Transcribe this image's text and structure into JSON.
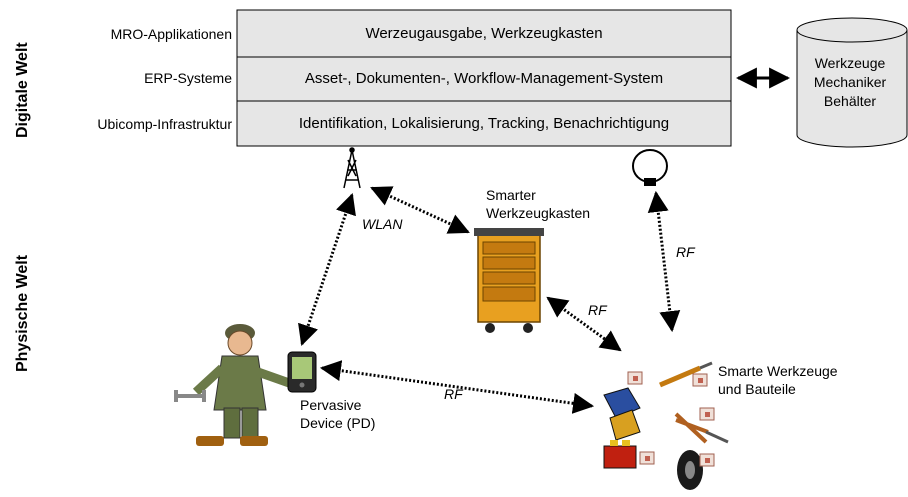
{
  "side_labels": {
    "digital": "Digitale Welt",
    "physical": "Physische Welt"
  },
  "layers": [
    {
      "label": "MRO-Applikationen",
      "content": "Werzeugausgabe, Werkzeugkasten"
    },
    {
      "label": "ERP-Systeme",
      "content": "Asset-, Dokumenten-, Workflow-Management-System"
    },
    {
      "label": "Ubicomp-Infrastruktur",
      "content": "Identifikation, Lokalisierung, Tracking, Benachrichtigung"
    }
  ],
  "database": {
    "lines": [
      "Werkzeuge",
      "Mechaniker",
      "Behälter"
    ]
  },
  "nodes": {
    "toolbox": {
      "line1": "Smarter",
      "line2": "Werkzeugkasten"
    },
    "tools": {
      "line1": "Smarte Werkzeuge",
      "line2": "und Bauteile"
    },
    "device": {
      "line1": "Pervasive",
      "line2": "Device (PD)"
    }
  },
  "links": {
    "wlan": "WLAN",
    "rf_reader": "RF",
    "rf_toolbox": "RF",
    "rf_device": "RF"
  },
  "colors": {
    "layer_fill": "#e6e6e6",
    "border": "#000000",
    "toolbox": "#e8a020"
  }
}
